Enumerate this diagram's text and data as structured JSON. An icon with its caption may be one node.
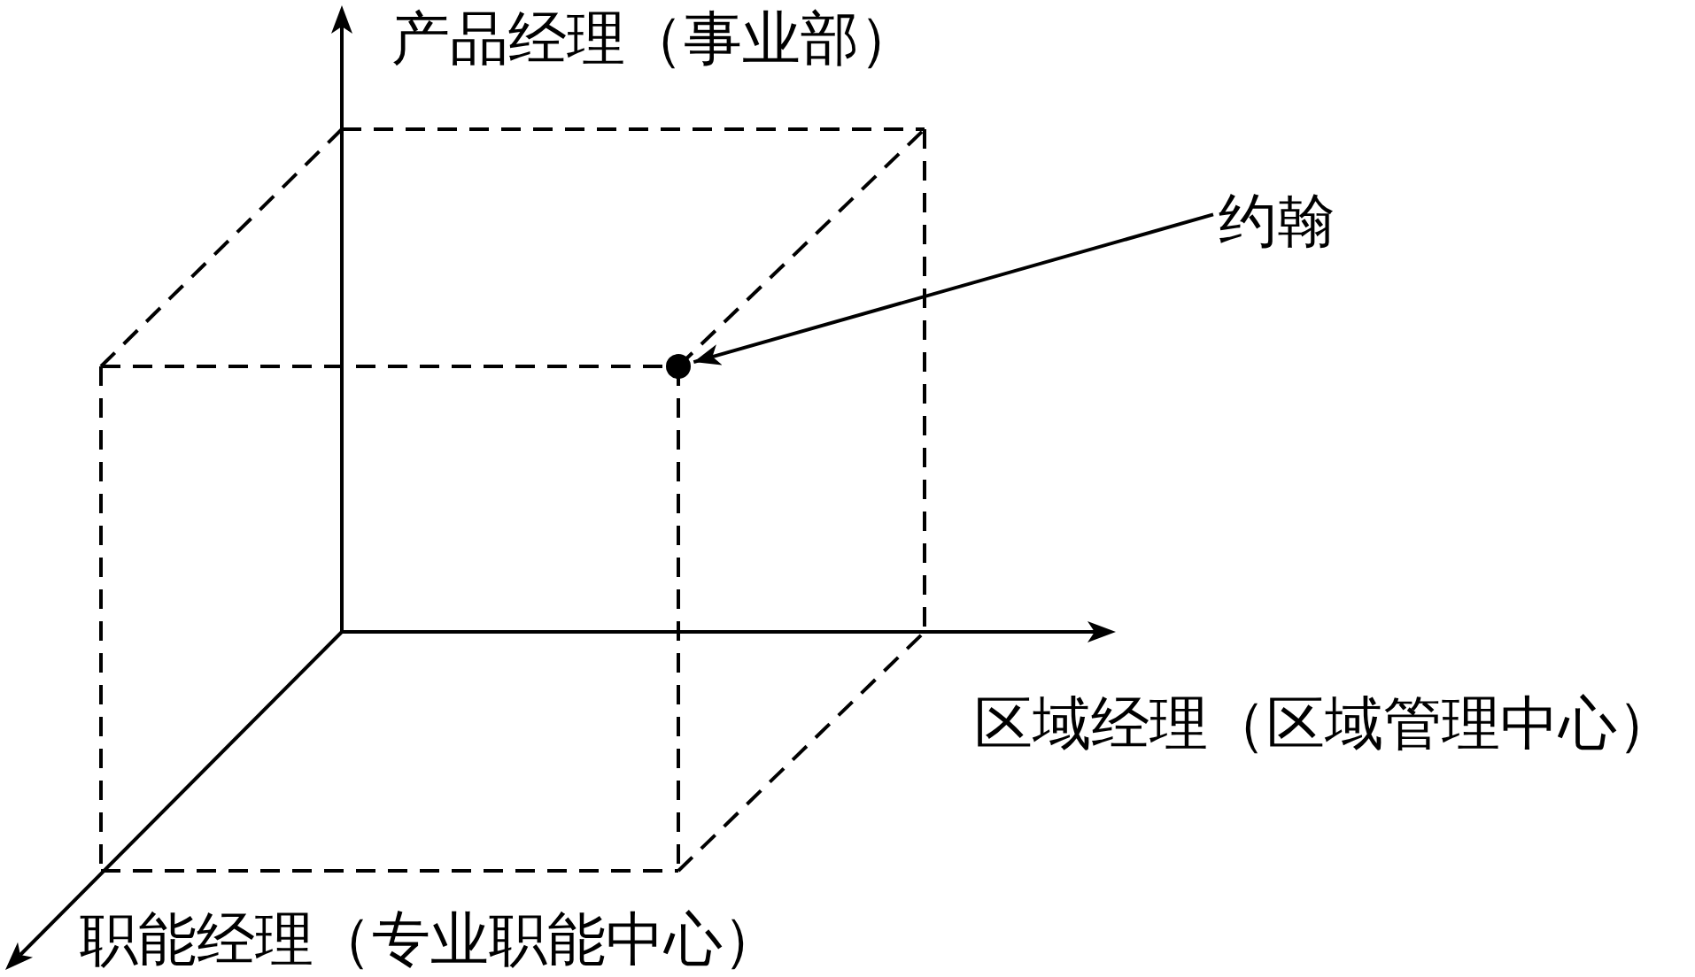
{
  "diagram": {
    "nodes": [
      {
        "text": [
          "约翰"
        ]
      },
      {
        "text": [],
        "shape": "circle"
      }
    ],
    "edges": [
      {
        "from": 0,
        "to": 1,
        "arrow": "to"
      }
    ],
    "labels": [
      "产品经理（事业部）",
      "区域经理（区域管理中心）",
      "职能经理（专业职能中心）"
    ]
  }
}
